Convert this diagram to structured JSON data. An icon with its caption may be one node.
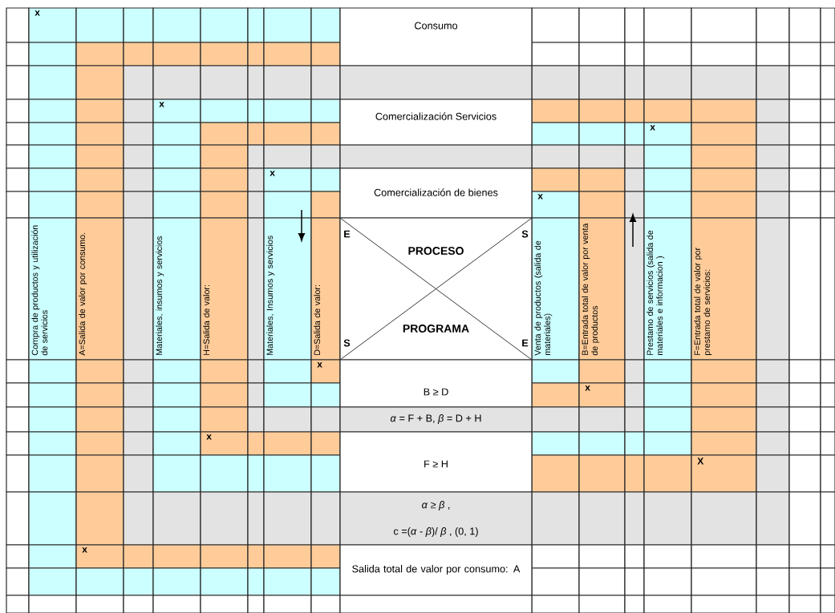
{
  "diagram": {
    "labels": [
      "x",
      "Consumo",
      "x",
      "Comercialización Servicios",
      "x",
      "x",
      "Comercialización de bienes",
      "x",
      "Compra de productos y utilización de servicios",
      "A=Salida de valor por consumo.",
      "Materiales, insumos y servicios",
      "H=Salida de valor:",
      "Materiales, Insumos y servicios",
      "D=Salida de valor:",
      "E",
      "S",
      "PROCESO",
      "PROGRAMA",
      "S",
      "E",
      "Venta de productos (salida de materiales)",
      "B=Entrada total de valor por venta de productos",
      "Prestamo de servicios (salida de materiales e informacion )",
      "F=Entrada total de valor por prestamo de servicios:",
      "x",
      "B ≥ D",
      "x",
      "*α* = F + B, *β* = D + H",
      "x",
      "F ≥ H",
      "X",
      "*α* ≥ *β* ,",
      "c =(*α* - *β*)/ *β* , (0, 1)",
      "x",
      "Salida total de valor por consumo: A"
    ]
  }
}
